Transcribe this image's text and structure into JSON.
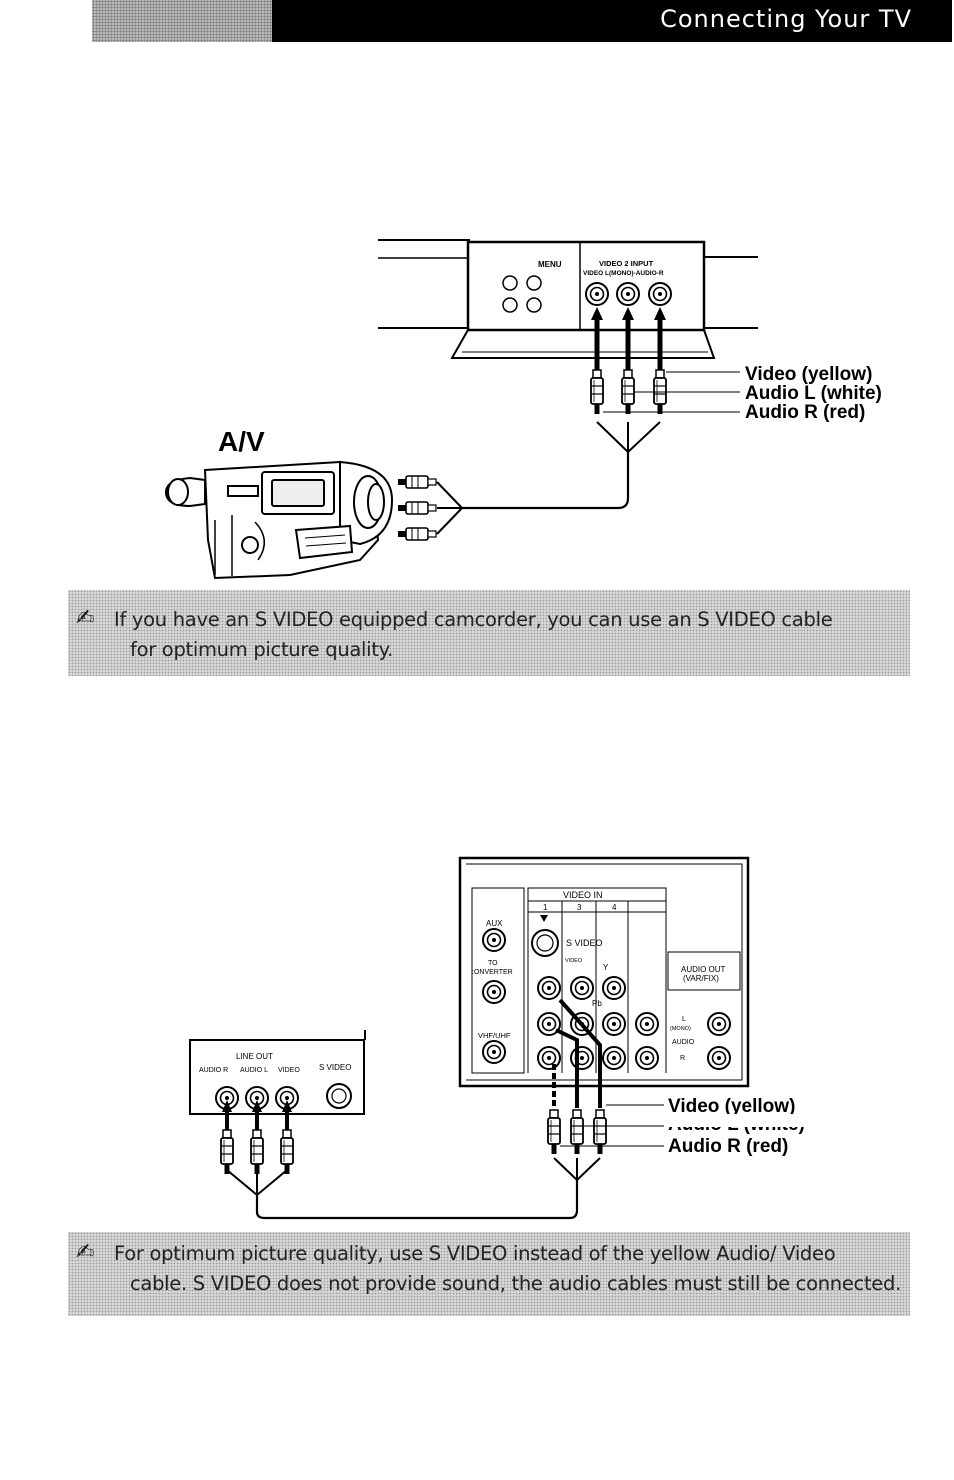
{
  "header": {
    "title": "Connecting Your TV"
  },
  "diagram1": {
    "camcorder_label": "A/V",
    "panel_menu": "MENU",
    "panel_input_title": "VIDEO 2 INPUT",
    "panel_input_sub": "VIDEO L(MONO)-AUDIO-R",
    "cable_labels": [
      "Video (yellow)",
      "Audio L (white)",
      "Audio R (red)"
    ]
  },
  "note1": {
    "icon": "pencil-note-icon",
    "lines": [
      "If you have an S VIDEO equipped camcorder, you can use an S VIDEO cable",
      "for optimum picture quality."
    ]
  },
  "diagram2": {
    "source_title": "LINE OUT",
    "source_jacks": [
      "AUDIO R",
      "AUDIO L",
      "VIDEO"
    ],
    "source_svideo": "S VIDEO",
    "tv_video_in": "VIDEO IN",
    "tv_input_numbers": [
      "1",
      "3",
      "4"
    ],
    "tv_aux": "AUX",
    "tv_to_converter": "TO\nCONVERTER",
    "tv_vhf_uhf": "VHF/UHF",
    "tv_svideo": "S VIDEO",
    "tv_video_small": "VIDEO",
    "tv_y": "Y",
    "tv_pb": "Pb",
    "tv_audio_out": "AUDIO OUT\n(VAR/FIX)",
    "tv_l": "L",
    "tv_mono": "(MONO)",
    "tv_audio": "AUDIO",
    "tv_r": "R",
    "cable_labels": [
      "Video (yellow)",
      "Audio L (white)",
      "Audio R (red)"
    ]
  },
  "note2": {
    "icon": "pencil-note-icon",
    "lines": [
      "For optimum picture quality, use S VIDEO instead of the yellow Audio/ Video",
      "cable. S VIDEO does not provide sound, the audio cables must still be connected."
    ]
  }
}
